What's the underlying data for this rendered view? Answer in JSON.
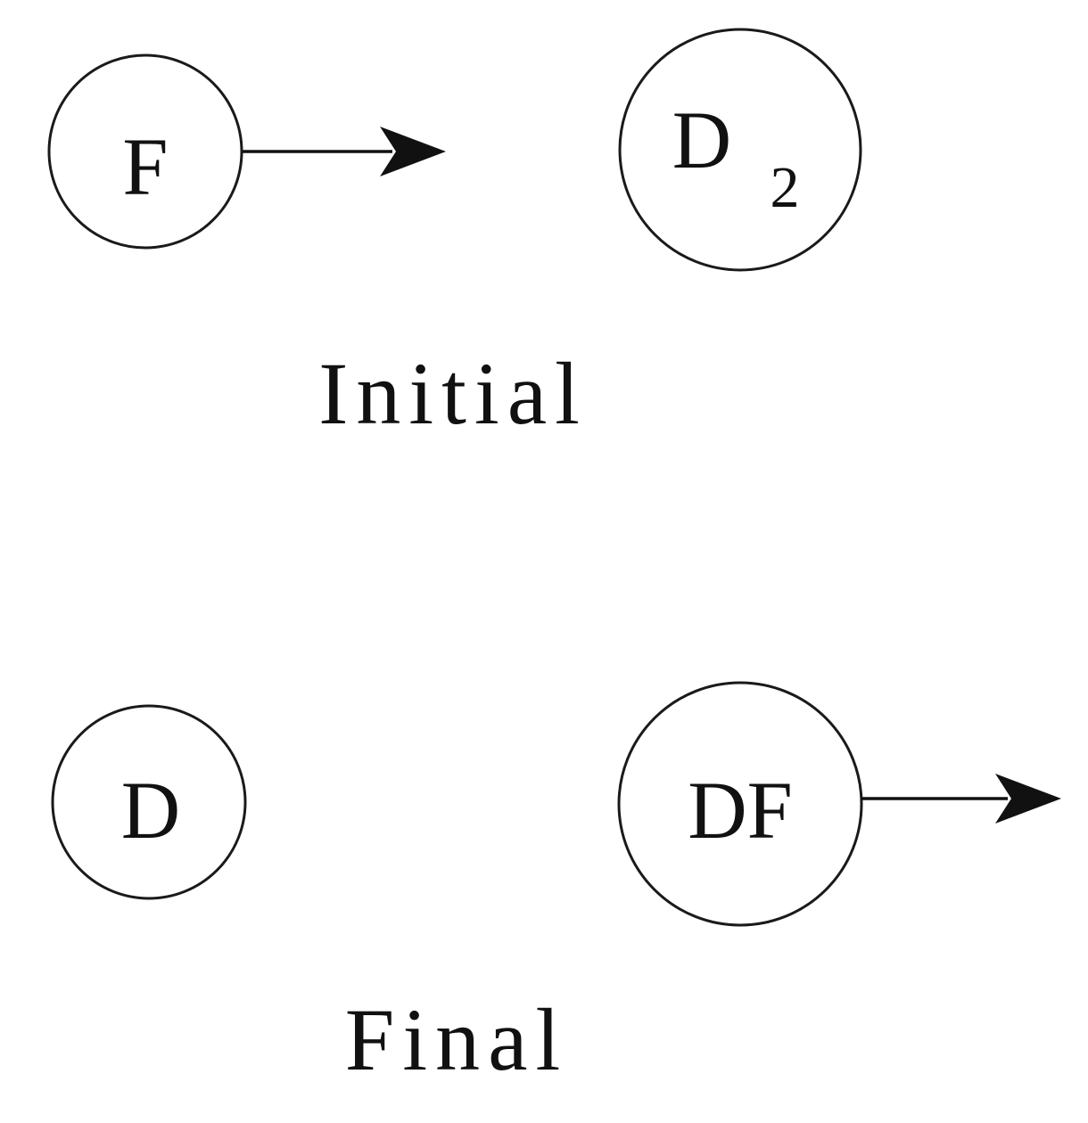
{
  "initial": {
    "label": "Initial",
    "projectile": {
      "label": "F"
    },
    "target": {
      "label": "D",
      "subscript": "2"
    }
  },
  "final": {
    "label": "Final",
    "left_particle": {
      "label": "D"
    },
    "right_particle": {
      "label": "DF"
    }
  },
  "colors": {
    "ink": "#111111",
    "background": "#ffffff"
  }
}
